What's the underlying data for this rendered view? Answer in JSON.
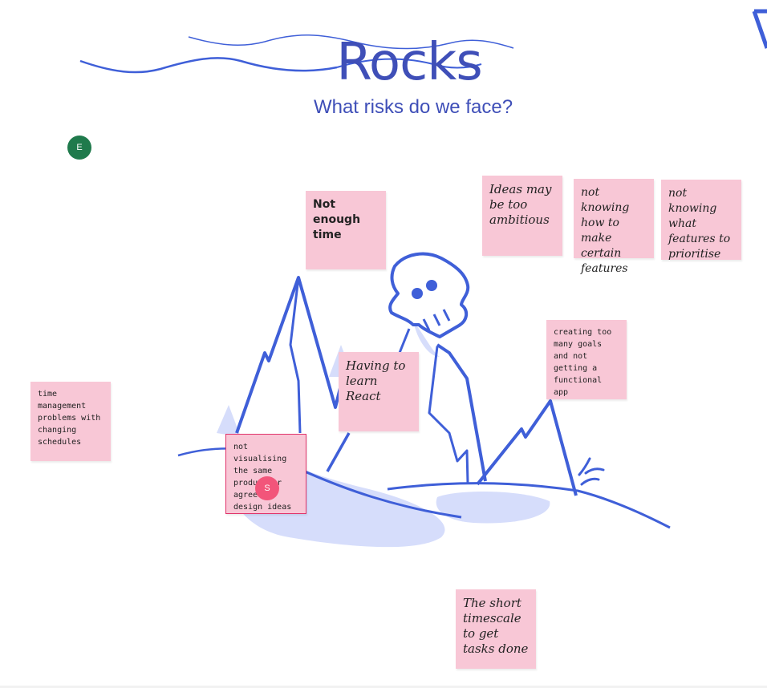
{
  "board": {
    "title": "Rocks",
    "subtitle": "What risks do we face?",
    "accent_color": "#3f4fb8"
  },
  "collaborators": [
    {
      "initial": "E",
      "color": "#1f7a4c"
    },
    {
      "initial": "S",
      "color": "#f2557a"
    }
  ],
  "sticky_notes": [
    {
      "text": "Not enough time",
      "style": "bold"
    },
    {
      "text": "Ideas may be too ambitious",
      "style": "hand"
    },
    {
      "text": "not knowing how to make certain features",
      "style": "hand"
    },
    {
      "text": "not knowing what features to prioritise",
      "style": "hand"
    },
    {
      "text": "creating too many goals and not getting a functional app",
      "style": "tiny"
    },
    {
      "text": "Having to learn React",
      "style": "hand"
    },
    {
      "text": "time management problems with changing schedules",
      "style": "tiny"
    },
    {
      "text": "not visualising the same product or agree on design ideas",
      "style": "tiny",
      "selected": true
    },
    {
      "text": "The short timescale to get tasks done",
      "style": "hand"
    }
  ],
  "note_color": "#f8c7d6",
  "icons": [
    "skull-icon",
    "mountain-illustration",
    "wave-decoration"
  ]
}
